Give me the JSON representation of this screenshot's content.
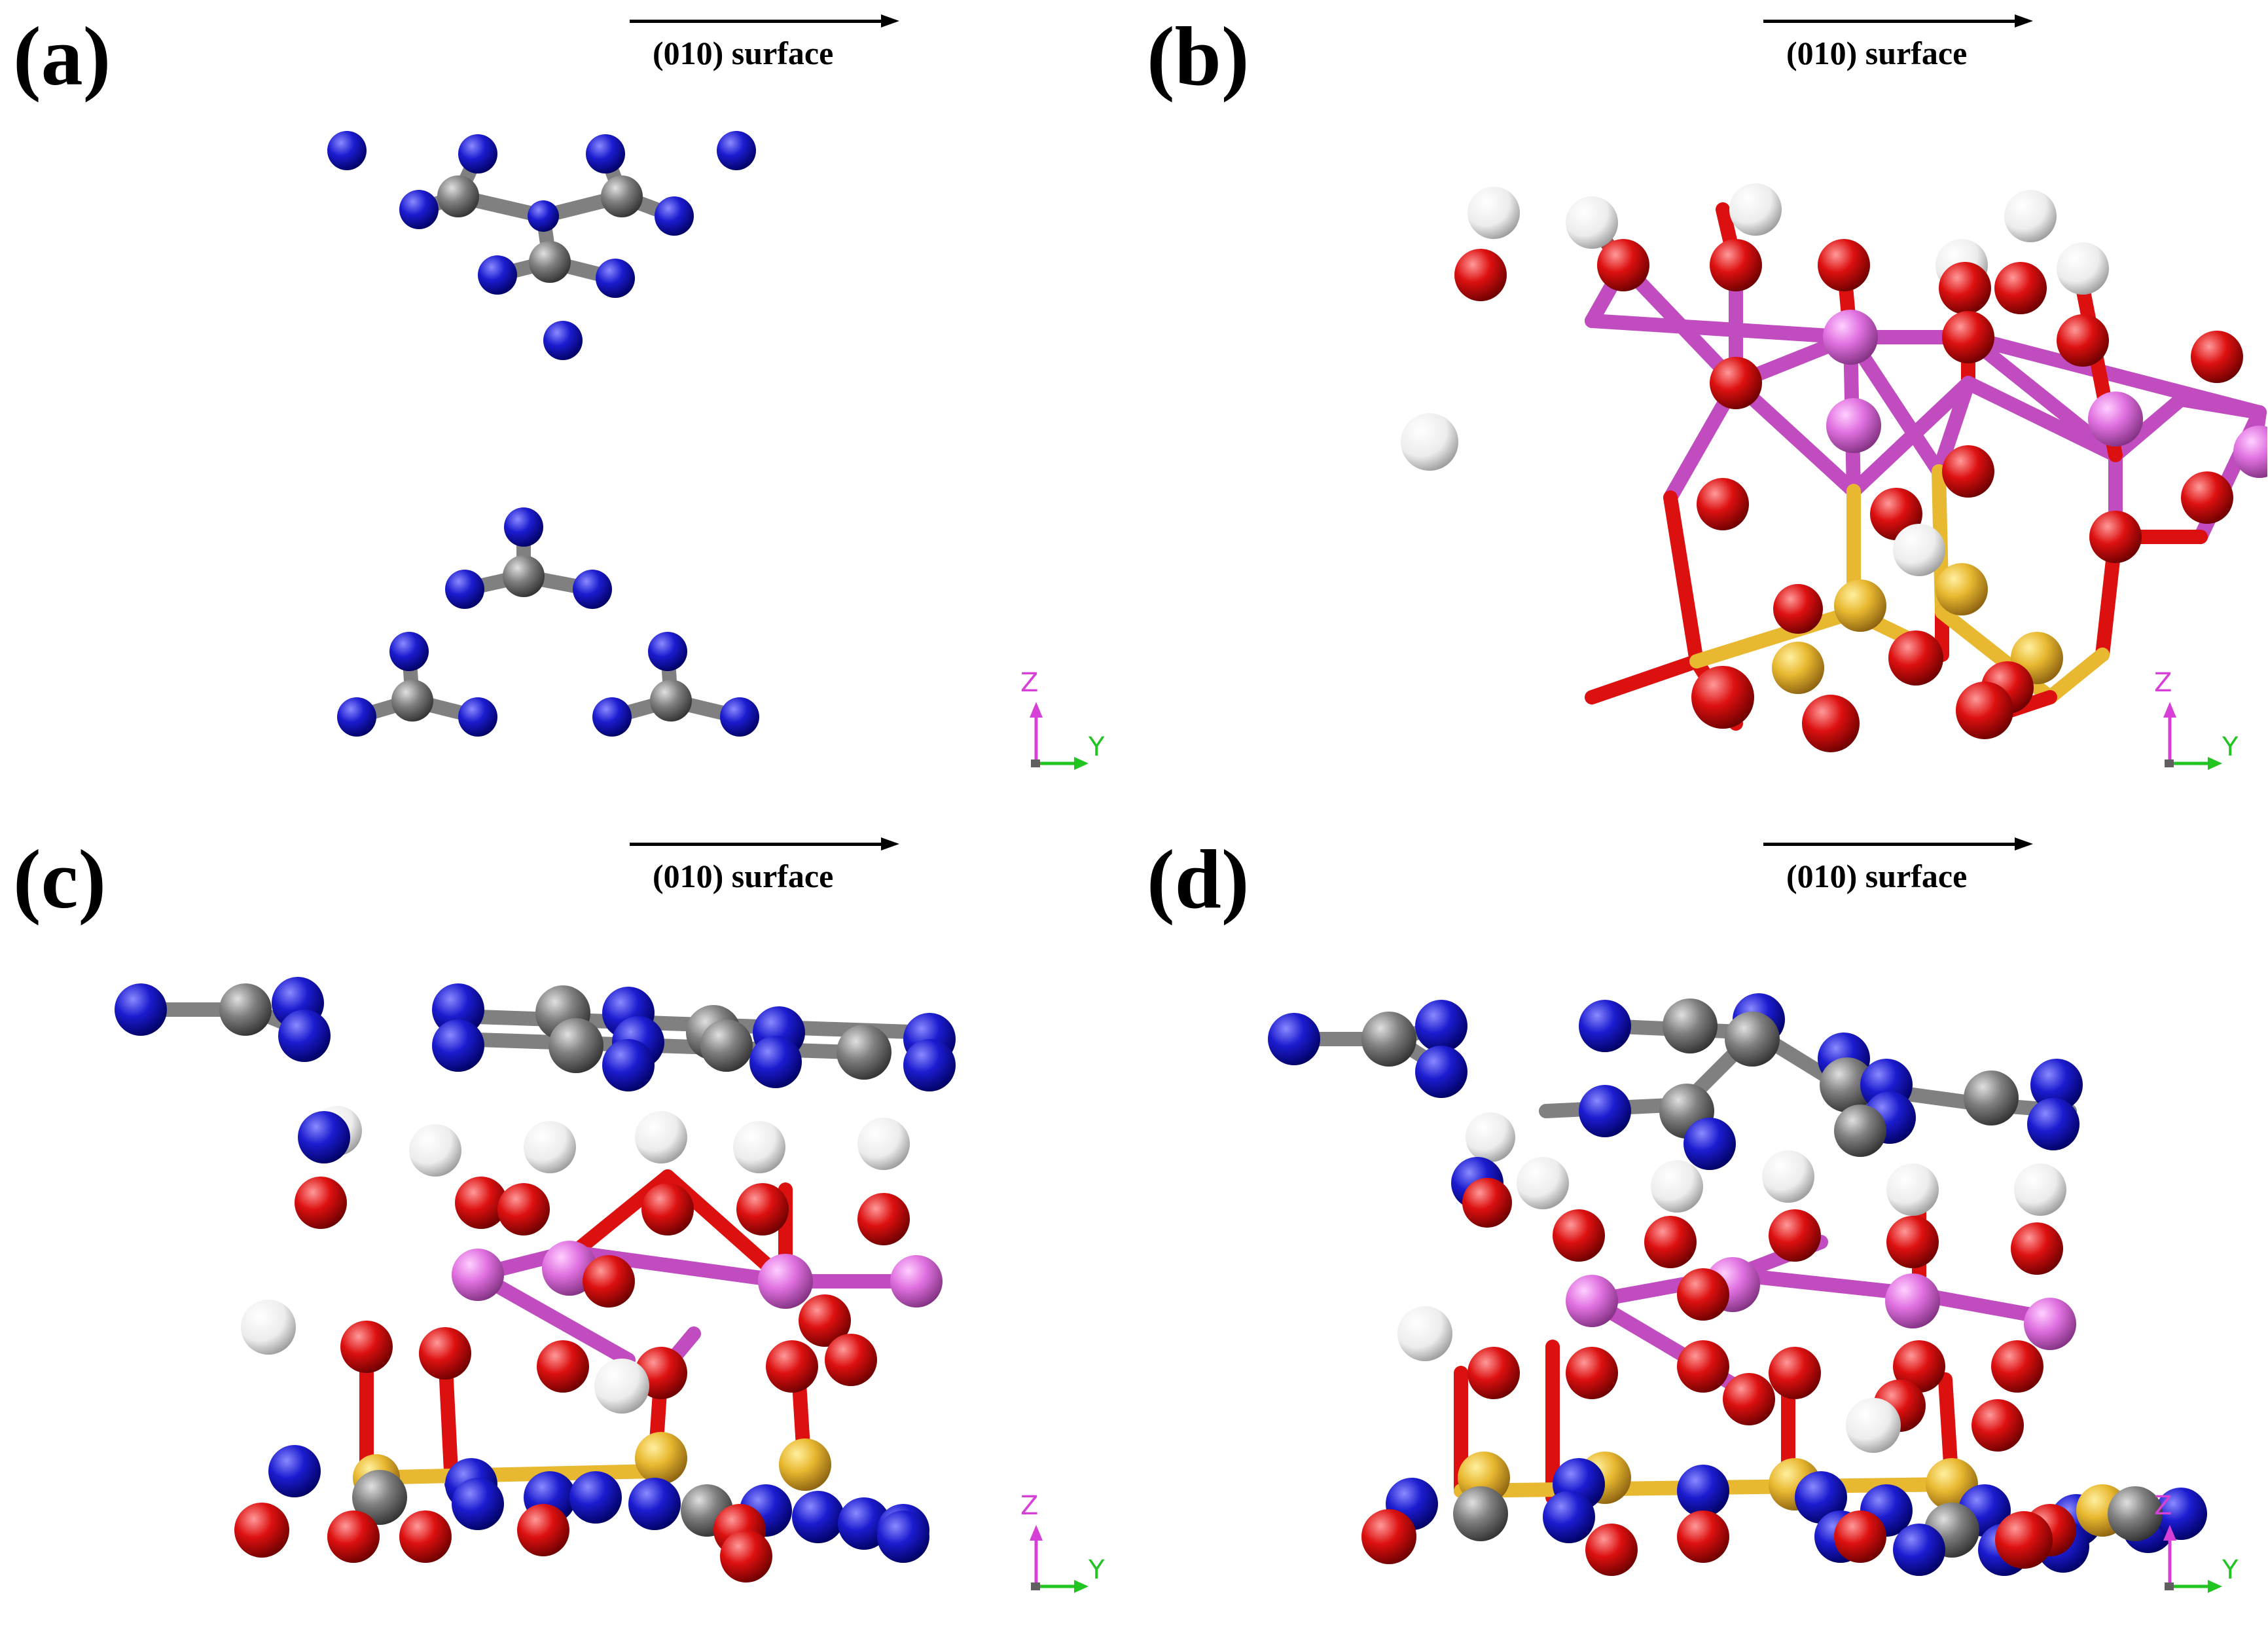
{
  "panels": [
    {
      "id": "a",
      "label": "(a)",
      "surface_label": "(010) surface",
      "axis_z": "Z",
      "axis_y": "Y"
    },
    {
      "id": "b",
      "label": "(b)",
      "surface_label": "(010) surface",
      "axis_z": "Z",
      "axis_y": "Y"
    },
    {
      "id": "c",
      "label": "(c)",
      "surface_label": "(010) surface",
      "axis_z": "Z",
      "axis_y": "Y"
    },
    {
      "id": "d",
      "label": "(d)",
      "surface_label": "(010) surface",
      "axis_z": "Z",
      "axis_y": "Y"
    }
  ],
  "colors": {
    "nitrogen": "#1c1cd0",
    "carbon": "#808080",
    "oxygen": "#dd1010",
    "hydrogen": "#f2f2f2",
    "metal": "#e070e0",
    "sulfur": "#e8b830",
    "axis_z": "#d640d6",
    "axis_y": "#22c422"
  }
}
